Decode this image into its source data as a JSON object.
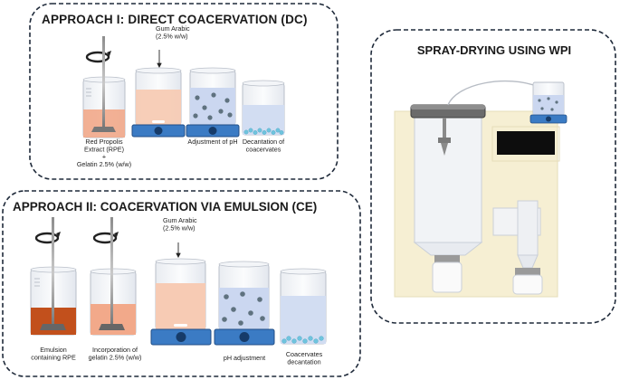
{
  "approach1": {
    "title": "APPROACH I: DIRECT COACERVATION (DC)",
    "gum_label": "Gum Arabic\n(2.5% w/w)",
    "step1_label": "Red Propolis\nExtract (RPE)\n+\nGelatin 2.5% (w/w)",
    "step3_label": "Adjustment of pH",
    "step4_label": "Decantation of\ncoacervates"
  },
  "approach2": {
    "title": "APPROACH II: COACERVATION VIA EMULSION (CE)",
    "gum_label": "Gum Arabic\n(2.5% w/w)",
    "step1_label": "Emulsion\ncontaining RPE",
    "step2_label": "Incorporation of\ngelatin 2.5% (w/w)",
    "step4_label": "pH adjustment",
    "step5_label": "Coacervates\ndecantation"
  },
  "spray": {
    "title": "SPRAY-DRYING USING WPI"
  },
  "icons": [
    "rotation-arrow-icon",
    "stirrer-icon",
    "beaker-icon",
    "hotplate-icon",
    "particles-icon",
    "spray-dryer-icon"
  ],
  "colors": {
    "frame": "#1f2a3a",
    "peach": "#f6c2a6",
    "light_peach": "#f7d2bf",
    "rust": "#c2501c",
    "blue_liquid": "#c9d6ef",
    "plate": "#3b7bc4",
    "particles": "#6a7f8c",
    "cyan_particles": "#6fc4de"
  }
}
